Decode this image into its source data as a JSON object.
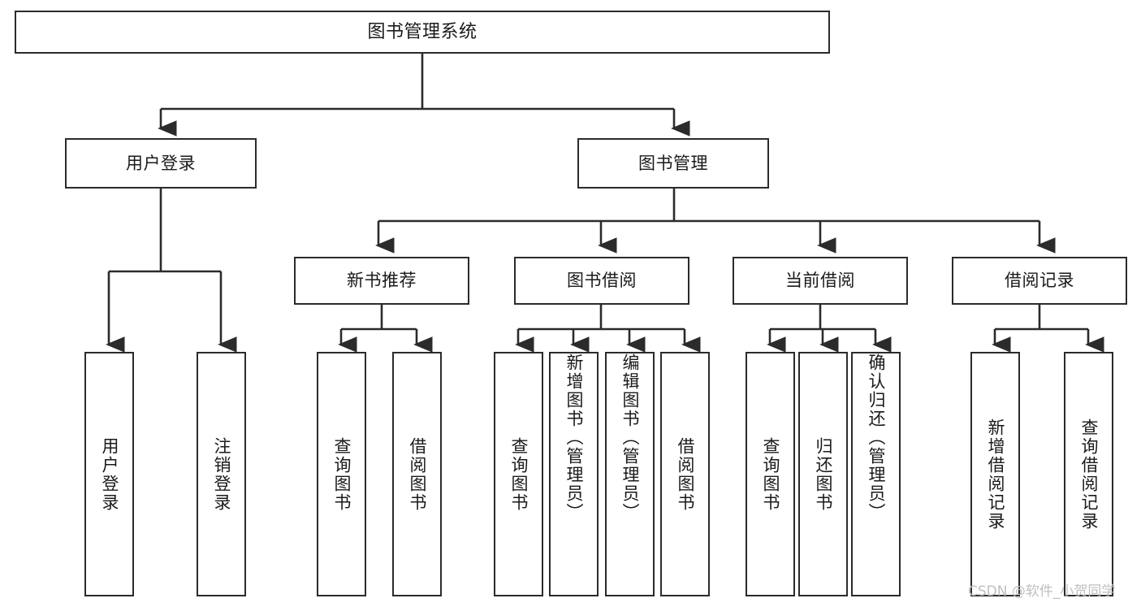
{
  "diagram": {
    "title": "图书管理系统",
    "type": "tree-hierarchy",
    "watermark": "CSDN @软件_小贺同学",
    "colors": {
      "stroke": "#2b2b2b",
      "fill": "#ffffff",
      "text": "#1a1a1a",
      "watermark": "#bfbfbf"
    },
    "nodes": {
      "root": {
        "label": "图书管理系统"
      },
      "level2": [
        {
          "id": "user-login",
          "label": "用户登录"
        },
        {
          "id": "book-manage",
          "label": "图书管理"
        }
      ],
      "level3": [
        {
          "id": "new-book-rec",
          "label": "新书推荐"
        },
        {
          "id": "book-borrow",
          "label": "图书借阅"
        },
        {
          "id": "current-borrow",
          "label": "当前借阅"
        },
        {
          "id": "borrow-record",
          "label": "借阅记录"
        }
      ],
      "leaves": {
        "user_login": [
          {
            "id": "leaf-user-login",
            "label": "用户登录"
          },
          {
            "id": "leaf-logout",
            "label": "注销登录"
          }
        ],
        "new_book_rec": [
          {
            "id": "leaf-query-book-1",
            "label": "查询图书"
          },
          {
            "id": "leaf-borrow-book-1",
            "label": "借阅图书"
          }
        ],
        "book_borrow": [
          {
            "id": "leaf-query-book-2",
            "label": "查询图书"
          },
          {
            "id": "leaf-add-book",
            "label": "新增图书（管理员）"
          },
          {
            "id": "leaf-edit-book",
            "label": "编辑图书（管理员）"
          },
          {
            "id": "leaf-borrow-book-2",
            "label": "借阅图书"
          }
        ],
        "current_borrow": [
          {
            "id": "leaf-query-book-3",
            "label": "查询图书"
          },
          {
            "id": "leaf-return-book",
            "label": "归还图书"
          },
          {
            "id": "leaf-confirm-return",
            "label": "确认归还（管理员）"
          }
        ],
        "borrow_record": [
          {
            "id": "leaf-add-record",
            "label": "新增借阅记录"
          },
          {
            "id": "leaf-query-record",
            "label": "查询借阅记录"
          }
        ]
      }
    }
  }
}
